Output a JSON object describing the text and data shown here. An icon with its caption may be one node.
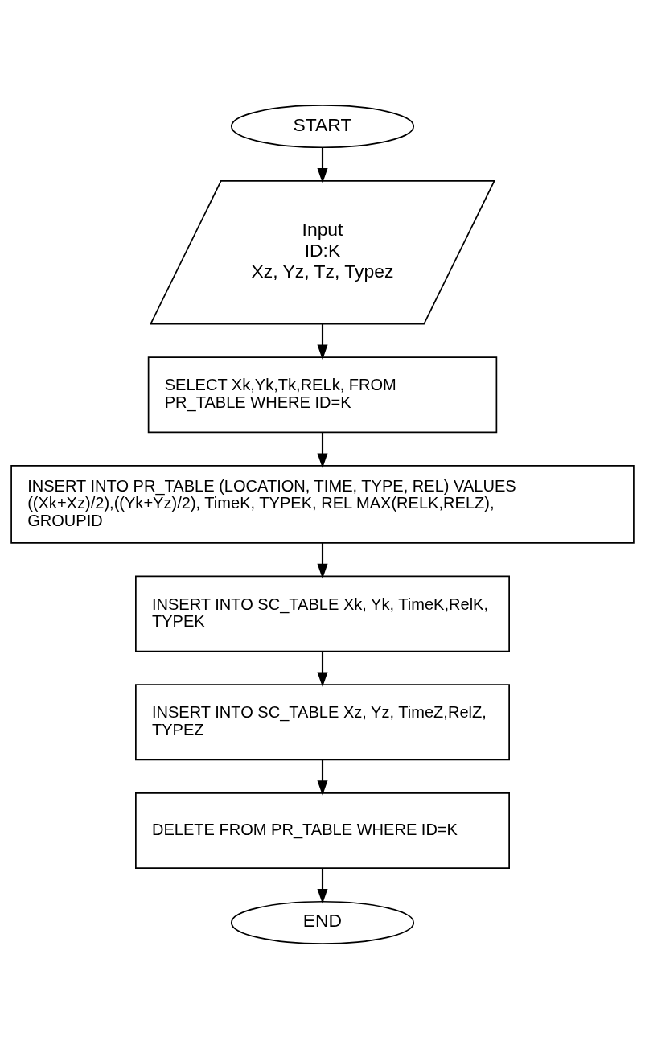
{
  "diagram": {
    "nodes": [
      {
        "text": [
          "START"
        ]
      },
      {
        "text": [
          "Input",
          "ID:K",
          "Xz, Yz, Tz, Typez"
        ]
      },
      {
        "text": [
          "SELECT Xk,Yk,Tk,RELk, FROM PR_TABLE WHERE ID=K"
        ]
      },
      {
        "text": [
          "INSERT INTO PR_TABLE (LOCATION, TIME, TYPE, REL) VALUES ((Xk+Xz)/2),((Yk+Yz)/2), TimeK, TYPEK, REL MAX(RELK,RELZ), GROUPID"
        ]
      },
      {
        "text": [
          "INSERT INTO SC_TABLE Xk, Yk, TimeK,RelK, TYPEK"
        ]
      },
      {
        "text": [
          "INSERT INTO SC_TABLE Xz, Yz, TimeZ,RelZ, TYPEZ"
        ]
      },
      {
        "text": [
          "DELETE FROM PR_TABLE WHERE ID=K"
        ]
      },
      {
        "text": [
          "END"
        ]
      }
    ],
    "edges": [
      {
        "from": 0,
        "to": 1,
        "arrow": "to"
      },
      {
        "from": 1,
        "to": 2,
        "arrow": "to"
      },
      {
        "from": 2,
        "to": 3,
        "arrow": "to"
      },
      {
        "from": 3,
        "to": 4,
        "arrow": "to"
      },
      {
        "from": 4,
        "to": 5,
        "arrow": "to"
      },
      {
        "from": 5,
        "to": 6,
        "arrow": "to"
      },
      {
        "from": 6,
        "to": 7,
        "arrow": "to"
      }
    ]
  }
}
